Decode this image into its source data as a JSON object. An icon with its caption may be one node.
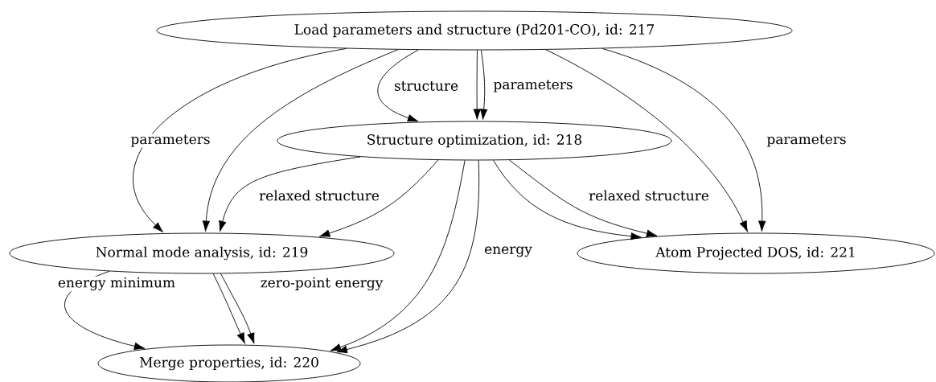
{
  "diagram": {
    "nodes": [
      {
        "text": [
          "Load parameters and structure (Pd201-CO), id: 217"
        ]
      },
      {
        "text": [
          "Structure optimization, id: 218"
        ]
      },
      {
        "text": [
          "Normal mode analysis, id: 219"
        ]
      },
      {
        "text": [
          "Merge properties, id: 220"
        ]
      },
      {
        "text": [
          "Atom Projected DOS, id: 221"
        ]
      }
    ],
    "edges": [
      {
        "from": 0,
        "to": 2,
        "arrow": "to",
        "label": "parameters"
      },
      {
        "from": 0,
        "to": 2,
        "arrow": "to"
      },
      {
        "from": 0,
        "to": 1,
        "arrow": "to",
        "label": "structure"
      },
      {
        "from": 0,
        "to": 1,
        "arrow": "to"
      },
      {
        "from": 0,
        "to": 1,
        "arrow": "to",
        "label": "parameters"
      },
      {
        "from": 0,
        "to": 4,
        "arrow": "to"
      },
      {
        "from": 0,
        "to": 4,
        "arrow": "to",
        "label": "parameters"
      },
      {
        "from": 1,
        "to": 2,
        "arrow": "to",
        "label": "relaxed structure"
      },
      {
        "from": 1,
        "to": 2,
        "arrow": "to"
      },
      {
        "from": 1,
        "to": 3,
        "arrow": "to"
      },
      {
        "from": 1,
        "to": 3,
        "arrow": "to",
        "label": "energy"
      },
      {
        "from": 1,
        "to": 4,
        "arrow": "to",
        "label": "relaxed structure"
      },
      {
        "from": 1,
        "to": 4,
        "arrow": "to"
      },
      {
        "from": 2,
        "to": 3,
        "arrow": "to",
        "label": "energy minimum"
      },
      {
        "from": 2,
        "to": 3,
        "arrow": "to"
      },
      {
        "from": 2,
        "to": 3,
        "arrow": "to",
        "label": "zero-point energy"
      }
    ]
  }
}
